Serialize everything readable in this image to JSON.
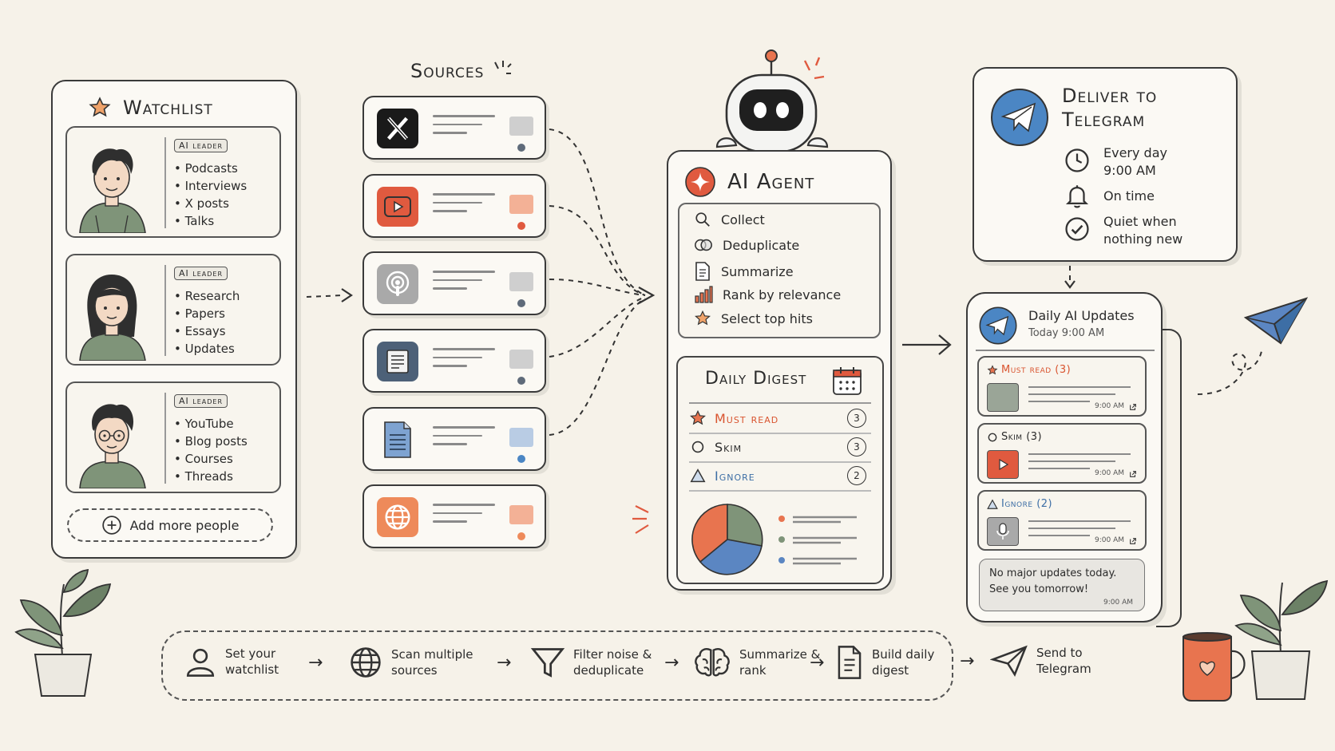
{
  "watchlist": {
    "title": "Watchlist",
    "people": [
      {
        "badge": "AI leader",
        "items": [
          "Podcasts",
          "Interviews",
          "X posts",
          "Talks"
        ]
      },
      {
        "badge": "AI leader",
        "items": [
          "Research",
          "Papers",
          "Essays",
          "Updates"
        ]
      },
      {
        "badge": "AI leader",
        "items": [
          "YouTube",
          "Blog posts",
          "Courses",
          "Threads"
        ]
      }
    ],
    "add_label": "Add more people"
  },
  "sources": {
    "title": "Sources",
    "items": [
      {
        "icon": "x-logo-icon",
        "color": "#1a1a1a",
        "dot": "#5f6b7a"
      },
      {
        "icon": "youtube-icon",
        "color": "#e05a3f",
        "dot": "#e05a3f"
      },
      {
        "icon": "podcast-icon",
        "color": "#a9a9a9",
        "dot": "#5f6b7a"
      },
      {
        "icon": "news-icon",
        "color": "#4d6178",
        "dot": "#5f6b7a"
      },
      {
        "icon": "document-icon",
        "color": "#6f97c9",
        "dot": "#4b86c4"
      },
      {
        "icon": "globe-icon",
        "color": "#ee8a5a",
        "dot": "#ee8a5a"
      }
    ]
  },
  "agent": {
    "title": "AI Agent",
    "steps": [
      {
        "icon": "search-icon",
        "label": "Collect"
      },
      {
        "icon": "overlap-circles-icon",
        "label": "Deduplicate"
      },
      {
        "icon": "document-icon",
        "label": "Summarize"
      },
      {
        "icon": "bar-chart-icon",
        "label": "Rank by relevance"
      },
      {
        "icon": "star-icon",
        "label": "Select top hits"
      }
    ],
    "digest": {
      "title": "Daily Digest",
      "rows": [
        {
          "icon": "star-icon",
          "label": "Must read",
          "count": "3",
          "color": "#d9542f"
        },
        {
          "icon": "circle-icon",
          "label": "Skim",
          "count": "3",
          "color": "#2b2b2b"
        },
        {
          "icon": "triangle-icon",
          "label": "Ignore",
          "count": "2",
          "color": "#3d6ea5"
        }
      ],
      "pie_colors": [
        "#e8744f",
        "#7f9479",
        "#5b86c2"
      ]
    }
  },
  "deliver": {
    "title_line1": "Deliver to",
    "title_line2": "Telegram",
    "items": [
      {
        "icon": "clock-icon",
        "line1": "Every day",
        "line2": "9:00 AM"
      },
      {
        "icon": "bell-icon",
        "line1": "On time",
        "line2": ""
      },
      {
        "icon": "check-circle-icon",
        "line1": "Quiet when",
        "line2": "nothing new"
      }
    ]
  },
  "telegram": {
    "chat_title": "Daily AI Updates",
    "chat_sub": "Today 9:00 AM",
    "messages": [
      {
        "header": "Must read (3)",
        "icon": "star-icon",
        "color": "#d9542f",
        "time": "9:00 AM"
      },
      {
        "header": "Skim (3)",
        "icon": "circle-icon",
        "color": "#2b2b2b",
        "time": "9:00 AM"
      },
      {
        "header": "Ignore (2)",
        "icon": "triangle-icon",
        "color": "#3d6ea5",
        "time": "9:00 AM"
      }
    ],
    "quiet_line1": "No major updates today.",
    "quiet_line2": "See you tomorrow!",
    "quiet_time": "9:00 AM"
  },
  "flow": {
    "steps": [
      {
        "icon": "user-icon",
        "line1": "Set your",
        "line2": "watchlist"
      },
      {
        "icon": "globe-icon",
        "line1": "Scan multiple",
        "line2": "sources"
      },
      {
        "icon": "filter-icon",
        "line1": "Filter noise &",
        "line2": "deduplicate"
      },
      {
        "icon": "brain-icon",
        "line1": "Summarize &",
        "line2": "rank"
      },
      {
        "icon": "document-icon",
        "line1": "Build daily",
        "line2": "digest"
      },
      {
        "icon": "paper-plane-icon",
        "line1": "Send to",
        "line2": "Telegram"
      }
    ]
  },
  "colors": {
    "telegram_blue": "#4b86c4",
    "accent_orange": "#e05a3f",
    "green_gray": "#7f9479"
  }
}
